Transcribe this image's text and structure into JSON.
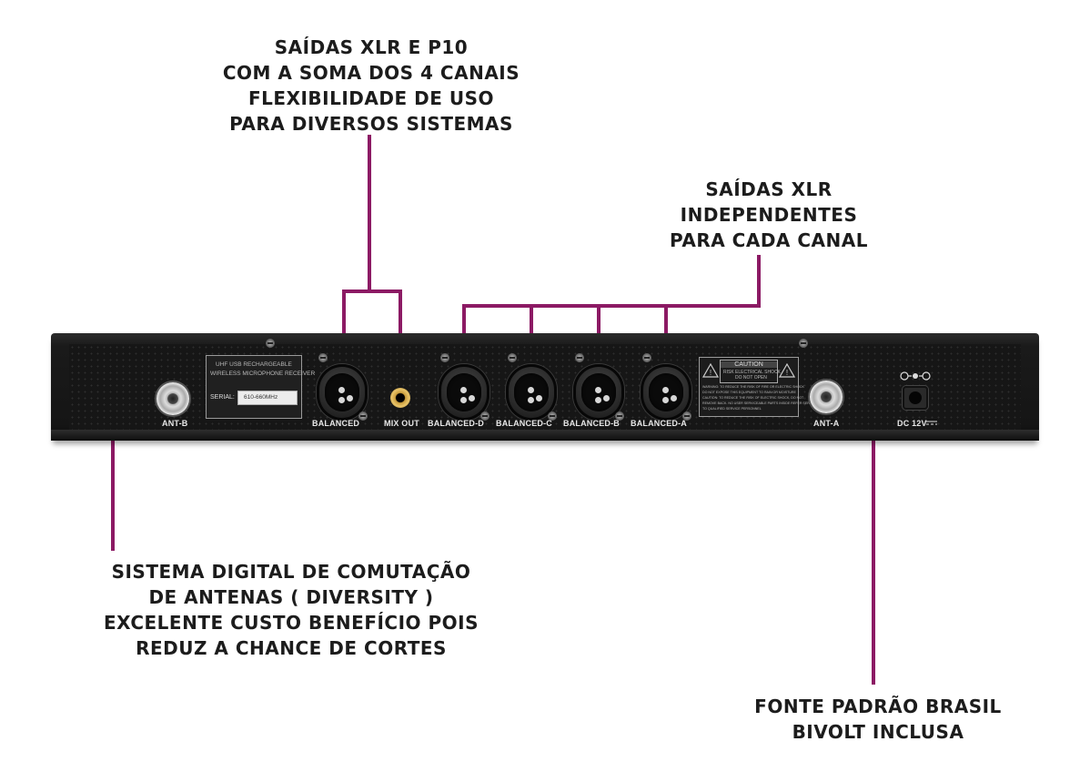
{
  "callouts": {
    "xlr_p10": {
      "lines": [
        "SAÍDAS XLR E P10",
        "COM A SOMA DOS 4 CANAIS",
        "FLEXIBILIDADE DE USO",
        "PARA DIVERSOS SISTEMAS"
      ]
    },
    "xlr_independent": {
      "lines": [
        "SAÍDAS XLR",
        "INDEPENDENTES",
        "PARA CADA CANAL"
      ]
    },
    "diversity": {
      "lines": [
        "SISTEMA DIGITAL DE COMUTAÇÃO",
        "DE ANTENAS ( DIVERSITY )",
        "EXCELENTE CUSTO BENEFÍCIO POIS",
        "REDUZ A CHANCE DE CORTES"
      ]
    },
    "power": {
      "lines": [
        "FONTE PADRÃO BRASIL",
        "BIVOLT INCLUSA"
      ]
    }
  },
  "leader_color": "#8c1a64",
  "panel": {
    "ant_b": "ANT-B",
    "info_label": {
      "line1": "UHF USB RECHARGEABLE",
      "line2": "WIRELESS MICROPHONE RECEIVER",
      "serial_label": "SERIAL:",
      "serial_value": "610-660MHz"
    },
    "balanced": "BALANCED",
    "mix_out": "MIX OUT",
    "balanced_d": "BALANCED-D",
    "balanced_c": "BALANCED-C",
    "balanced_b": "BALANCED-B",
    "balanced_a": "BALANCED-A",
    "caution": {
      "title": "CAUTION",
      "line1": "RISK ELECTRICAL SHOCK",
      "line2": "DO NOT OPEN",
      "warning_l1": "WARNING: TO REDUCE THE RISK OF FIRE OR ELECTRIC SHOCK",
      "warning_l2": "DO NOT EXPOSE THIS EQUIPMENT TO RAIN OR MOISTURE",
      "warning_l3": "CAUTION: TO REDUCE THE RISK OF ELECTRIC SHOCK, DO NOT",
      "warning_l4": "REMOVE BACK. NO USER SERVICEABLE PARTS INSIDE REFER SERVICING",
      "warning_l5": "TO QUALIFIED SERVICE PERSONNEL"
    },
    "ant_a": "ANT-A",
    "dc": "DC 12V"
  }
}
